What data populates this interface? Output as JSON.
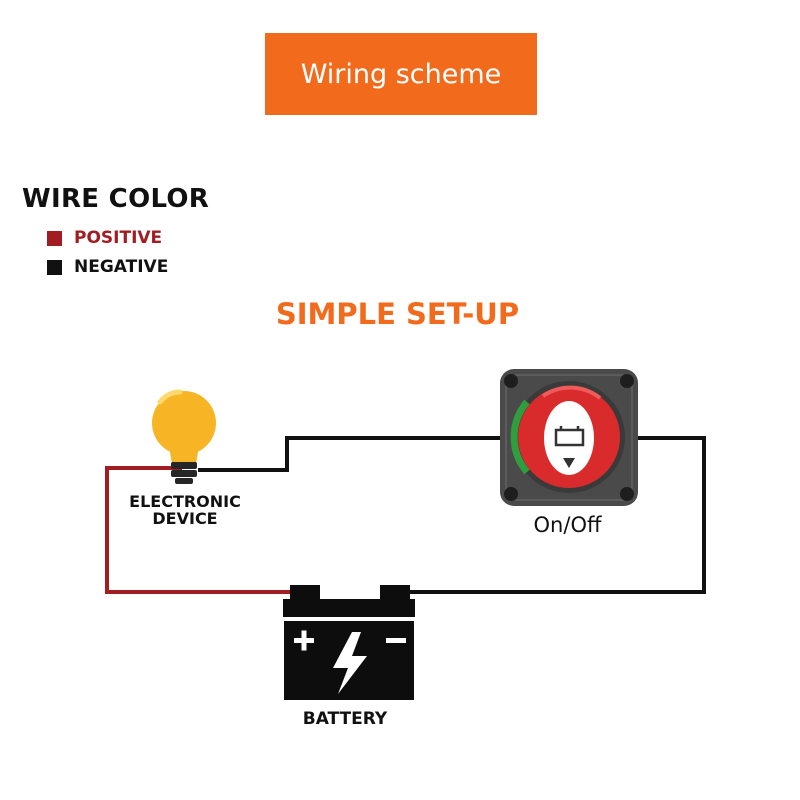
{
  "header": {
    "title": "Wiring scheme"
  },
  "legend": {
    "title": "WIRE COLOR",
    "items": [
      {
        "label": "POSITIVE",
        "color": "#a11d21"
      },
      {
        "label": "NEGATIVE",
        "color": "#111111"
      }
    ]
  },
  "diagram": {
    "title": "SIMPLE SET-UP",
    "device_label": "ELECTRONIC\nDEVICE",
    "switch_label": "On/Off",
    "battery_label": "BATTERY"
  },
  "colors": {
    "accent": "#f26a1b",
    "positive_wire": "#a11d21",
    "negative_wire": "#111111",
    "bulb": "#f7b526",
    "switch_body": "#4a4a4a",
    "switch_knob": "#d92b2b",
    "switch_green": "#2e9e3e"
  }
}
